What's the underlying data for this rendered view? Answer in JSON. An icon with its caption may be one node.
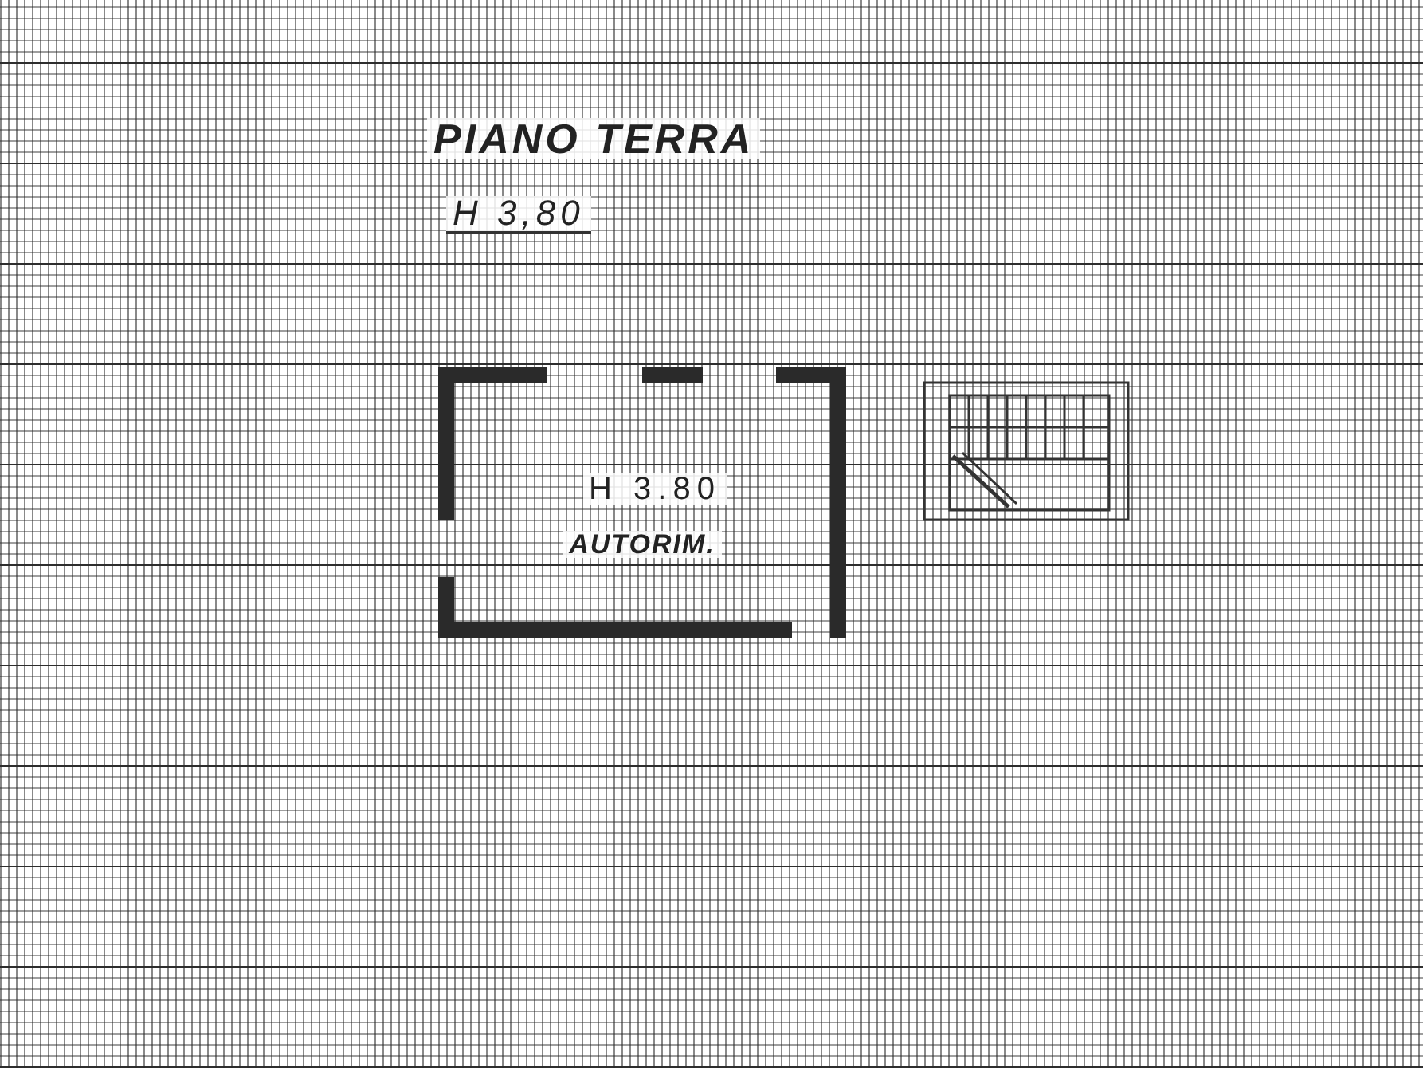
{
  "diagram": {
    "title": "PIANO TERRA",
    "nodes": [
      {
        "text": [
          "H 3.80",
          "AUTORIM."
        ]
      }
    ],
    "labels": [
      "H 3,80"
    ]
  }
}
